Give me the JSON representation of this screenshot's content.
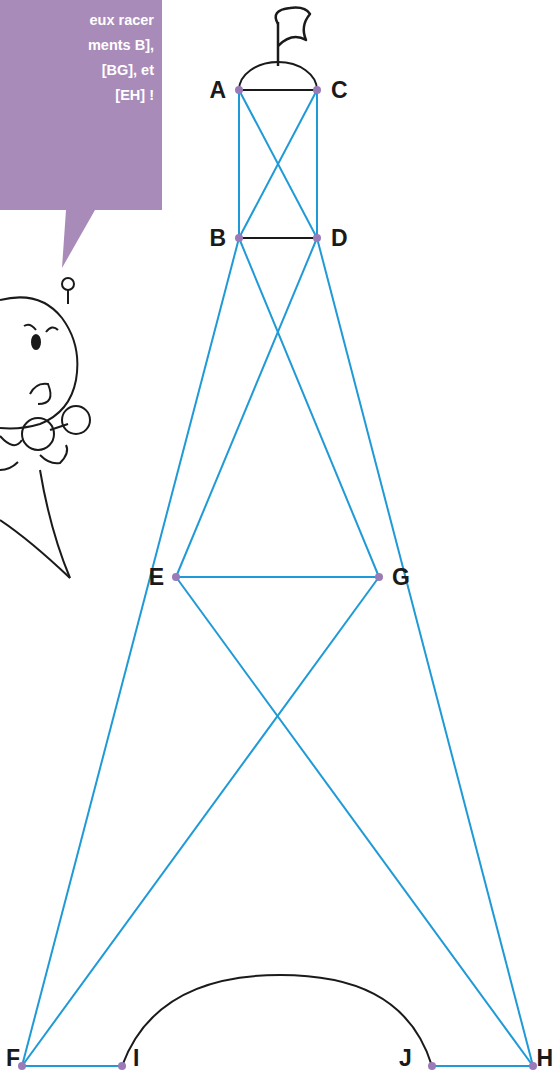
{
  "diagram": {
    "nodes": [
      {
        "text": [
          "eux racer ments B], [BG], et [EH] !"
        ]
      }
    ],
    "labels": [
      "A",
      "C",
      "B",
      "D",
      "E",
      "G",
      "F",
      "I",
      "J",
      "H"
    ]
  }
}
